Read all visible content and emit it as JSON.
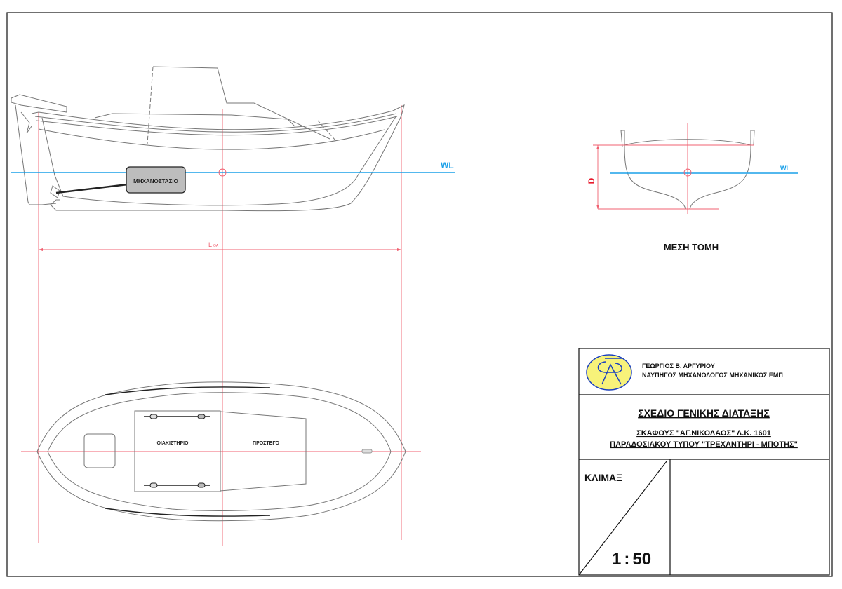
{
  "side_view": {
    "engine_room_label": "ΜΗΧΑΝΟΣΤΑΣΙΟ",
    "waterline_label": "WL",
    "length_label": "L",
    "length_subscript": "OA"
  },
  "midsection": {
    "depth_label": "D",
    "waterline_label": "WL",
    "title": "ΜΕΣΗ ΤΟΜΗ"
  },
  "plan_view": {
    "wheelhouse_label": "ΟΙΑΚΙΣΤΗΡΙΟ",
    "shelter_label": "ΠΡΟΣΤΕΓΟ"
  },
  "title_block": {
    "author_name": "ΓΕΩΡΓΙΟΣ Β. ΑΡΓΥΡΙΟΥ",
    "author_title": "ΝΑΥΠΗΓΟΣ ΜΗΧΑΝΟΛΟΓΟΣ ΜΗΧΑΝΙΚΟΣ ΕΜΠ",
    "drawing_title": "ΣΧΕΔΙΟ ΓΕΝΙΚΗΣ ΔΙΑΤΑΞΗΣ",
    "vessel_line": "ΣΚΑΦΟΥΣ \"ΑΓ.ΝΙΚΟΛΑΟΣ\"  Λ.Κ. 1601",
    "type_line": "ΠΑΡΑΔΟΣΙΑΚΟΥ ΤΥΠΟΥ \"ΤΡΕΧΑΝΤΗΡΙ - ΜΠΟΤΗΣ\"",
    "scale_label": "ΚΛΙΜΑΞ",
    "scale_left": "1",
    "scale_sep": ":",
    "scale_right": "50",
    "logo_colors": {
      "fill": "#f7f27a",
      "stroke": "#1a3fbf"
    }
  }
}
